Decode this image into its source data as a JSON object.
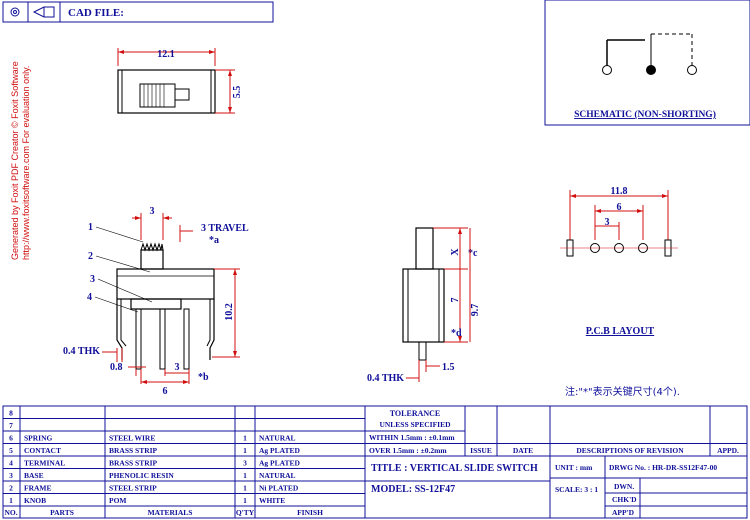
{
  "header": {
    "cad_file_label": "CAD FILE:"
  },
  "watermark": {
    "line1": "Generated by Foxit PDF Creator © Foxit Software",
    "line2": "http://www.foxitsoftware.com  For evaluation only."
  },
  "schematic": {
    "title": "SCHEMATIC (NON-SHORTING)"
  },
  "top_view": {
    "width_dim": "12.1",
    "height_dim": "5.5"
  },
  "front_view": {
    "callouts": [
      "1",
      "2",
      "3",
      "4"
    ],
    "dim_actuator": "3",
    "travel": "3 TRAVEL",
    "travel_ref": "*a",
    "height_dim": "10.2",
    "thk": "0.4  THK",
    "dim_08": "0.8",
    "dim_3": "3",
    "dim_6": "6",
    "ref_b": "*b"
  },
  "side_view": {
    "x_label": "X",
    "ref_c": "*c",
    "dim_7": "7",
    "dim_97": "9.7",
    "ref_d": "*d",
    "thk": "0.4  THK",
    "dim_15": "1.5"
  },
  "pcb": {
    "dim_118": "11.8",
    "dim_6": "6",
    "dim_3": "3",
    "title": "P.C.B  LAYOUT"
  },
  "note": "注:\"*\"表示关键尺寸(4个).",
  "bom": {
    "header": {
      "no": "NO.",
      "parts": "PARTS",
      "materials": "MATERIALS",
      "qty": "Q'TY",
      "finish": "FINISH"
    },
    "rows": [
      {
        "no": "8",
        "part": "",
        "material": "",
        "qty": "",
        "finish": ""
      },
      {
        "no": "7",
        "part": "",
        "material": "",
        "qty": "",
        "finish": ""
      },
      {
        "no": "6",
        "part": "SPRING",
        "material": "STEEL WIRE",
        "qty": "1",
        "finish": "NATURAL"
      },
      {
        "no": "5",
        "part": "CONTACT",
        "material": "BRASS STRIP",
        "qty": "1",
        "finish": "Ag PLATED"
      },
      {
        "no": "4",
        "part": "TERMINAL",
        "material": "BRASS STRIP",
        "qty": "3",
        "finish": "Ag PLATED"
      },
      {
        "no": "3",
        "part": "BASE",
        "material": "PHENOLIC RESIN",
        "qty": "1",
        "finish": "NATURAL"
      },
      {
        "no": "2",
        "part": "FRAME",
        "material": "STEEL STRIP",
        "qty": "1",
        "finish": "Ni PLATED"
      },
      {
        "no": "1",
        "part": "KNOB",
        "material": "POM",
        "qty": "1",
        "finish": "WHITE"
      }
    ]
  },
  "tolerance": {
    "title": "TOLERANCE",
    "subtitle": "UNLESS  SPECIFIED",
    "within": "WITHIN  1.5mm : ±0.1mm",
    "over": "OVER  1.5mm : ±0.2mm"
  },
  "revision": {
    "issue": "ISSUE",
    "date": "DATE",
    "desc": "DESCRIPTIONS OF REVISION",
    "appd": "APPD."
  },
  "title_block": {
    "title": "TITLE :  VERTICAL  SLIDE  SWITCH",
    "model": "MODEL:  SS-12F47",
    "unit": "UNIT :  mm",
    "drwg": "DRWG No. :  HR-DR-SS12F47-00",
    "scale": "SCALE:  3 : 1",
    "dwn": "DWN.",
    "chkd": "CHK'D",
    "appd": "APP'D"
  }
}
